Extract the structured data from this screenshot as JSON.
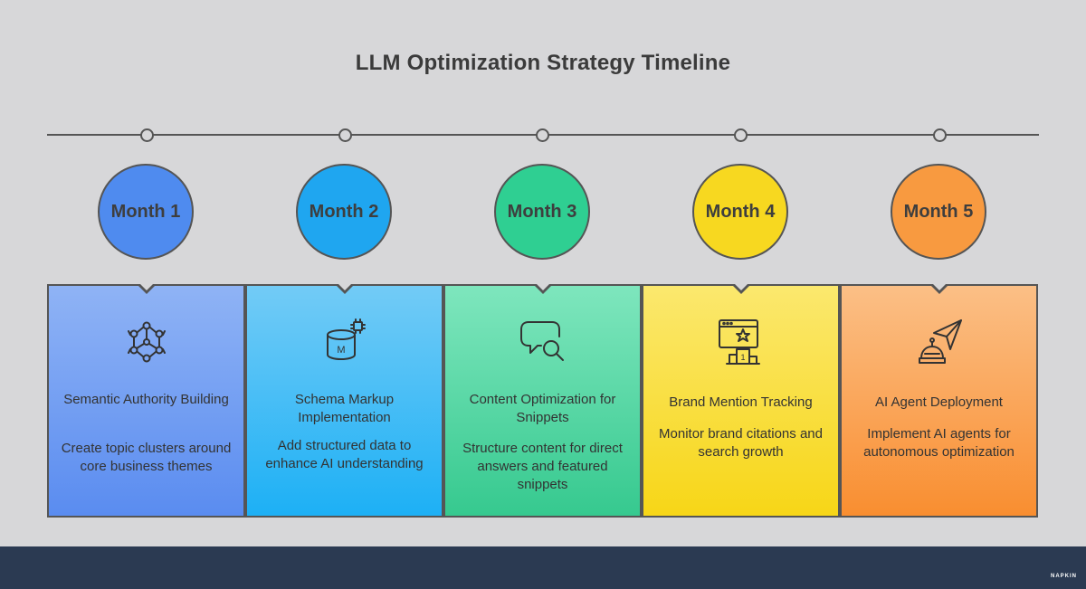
{
  "title": "LLM Optimization Strategy Timeline",
  "footer": {
    "logo_text": "NAPKIN"
  },
  "months": [
    {
      "label": "Month 1",
      "title": "Semantic Authority Building",
      "description": "Create topic clusters around core business themes",
      "icon": "network-nodes-icon",
      "colors": {
        "circle": "#4f8bef",
        "card_top": "#8fb3f5",
        "card_bottom": "#5a8cf0"
      }
    },
    {
      "label": "Month 2",
      "title": "Schema Markup Implementation",
      "description": "Add structured data to enhance AI understanding",
      "icon": "database-chip-icon",
      "colors": {
        "circle": "#1fa6f0",
        "card_top": "#72cbf6",
        "card_bottom": "#1db0f5"
      }
    },
    {
      "label": "Month 3",
      "title": "Content Optimization for Snippets",
      "description": "Structure content for direct answers and featured snippets",
      "icon": "chat-search-icon",
      "colors": {
        "circle": "#2fcf92",
        "card_top": "#7ee6bd",
        "card_bottom": "#36c98f"
      }
    },
    {
      "label": "Month 4",
      "title": "Brand Mention Tracking",
      "description": "Monitor brand citations and search growth",
      "icon": "browser-ranking-icon",
      "colors": {
        "circle": "#f7d820",
        "card_top": "#fbe86e",
        "card_bottom": "#f7d617"
      }
    },
    {
      "label": "Month 5",
      "title": "AI Agent Deployment",
      "description": "Implement AI agents for autonomous optimization",
      "icon": "robot-send-icon",
      "colors": {
        "circle": "#f89a40",
        "card_top": "#fbbf86",
        "card_bottom": "#f98e30"
      }
    }
  ]
}
